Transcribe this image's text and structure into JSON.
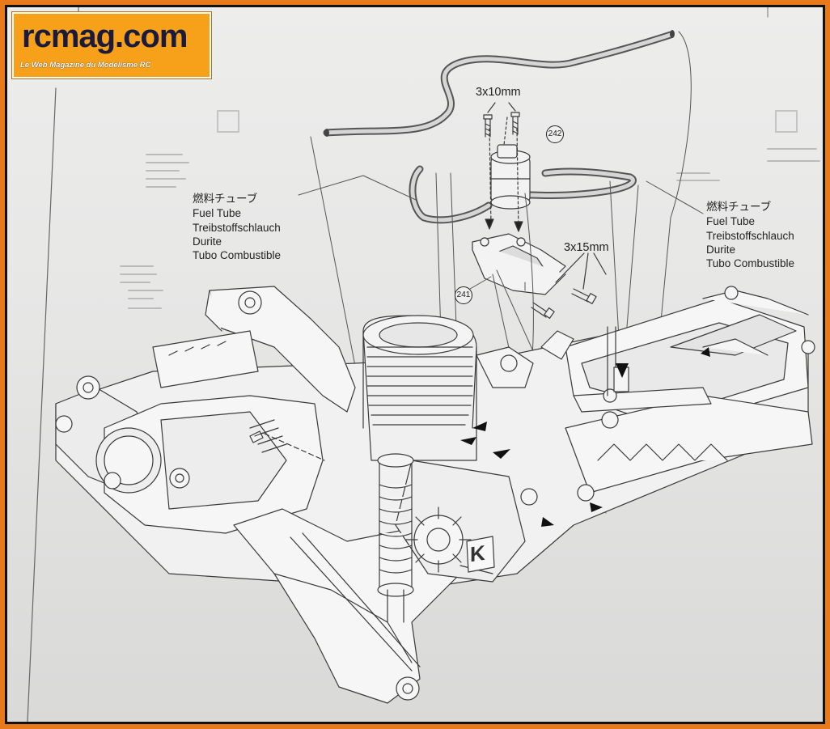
{
  "watermark": {
    "brand": "rcmag.com",
    "tagline": "Le Web Magazine du Modelisme RC"
  },
  "dimensions": {
    "upper_screw": "3x10mm",
    "lower_screw": "3x15mm"
  },
  "part_numbers": {
    "upper_mount": "242",
    "lower_mount": "241"
  },
  "labels": {
    "left": [
      "燃料チューブ",
      "Fuel Tube",
      "Treibstoffschlauch",
      "Durite",
      "Tubo Combustible"
    ],
    "right": [
      "燃料チューブ",
      "Fuel Tube",
      "Treibstoffschlauch",
      "Durite",
      "Tubo Combustible"
    ]
  },
  "engine_logo": "K",
  "colors": {
    "frame": "#e87a1c",
    "logo_bg": "#f7a11a",
    "ink": "#333333",
    "tube": "#555555"
  }
}
